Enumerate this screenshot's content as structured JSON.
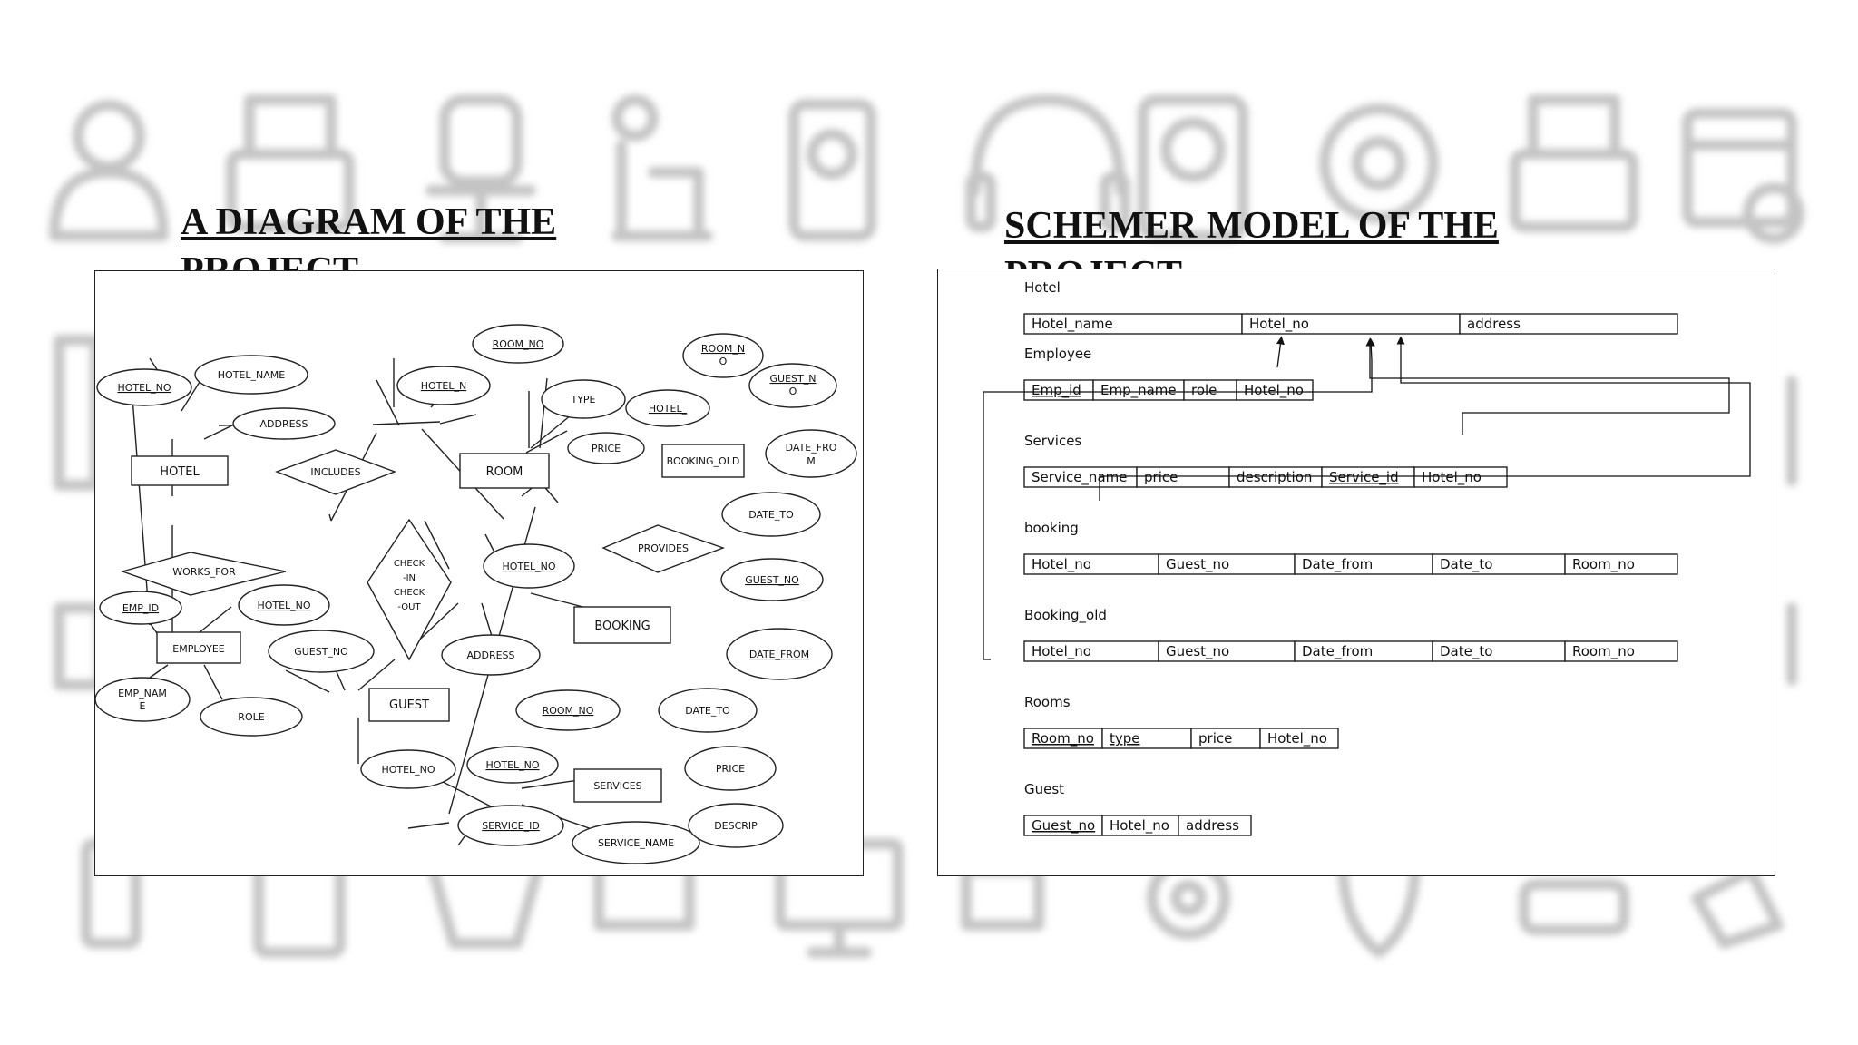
{
  "titles": {
    "left": "A DIAGRAM OF THE PROJECT",
    "right": "SCHEMER MODEL OF THE PROJECT"
  },
  "background_icons": [
    "user-icon",
    "printer-icon",
    "office-chair-icon",
    "desk-worker-icon",
    "id-badge-icon",
    "headset-icon",
    "profile-icon",
    "at-sign-icon",
    "printer-icon",
    "calendar-icon",
    "document-icon",
    "cabinet-icon",
    "keyboard-icon",
    "checklist-icon",
    "mail-icon",
    "monitor-icon",
    "gear-icon",
    "shield-icon",
    "stamp-icon",
    "megaphone-icon"
  ],
  "er": {
    "entities": {
      "hotel": "HOTEL",
      "room": "ROOM",
      "booking_old": "BOOKING_OLD",
      "employee": "EMPLOYEE",
      "guest": "GUEST",
      "booking": "BOOKING",
      "services": "SERVICES"
    },
    "relationships": {
      "includes": "INCLUDES",
      "works_for": "WORKS_FOR",
      "checkin": [
        "CHECK",
        "-IN",
        "CHECK",
        "-OUT"
      ],
      "provides": "PROVIDES"
    },
    "attributes": {
      "hotel_no_key": "HOTEL_NO",
      "hotel_name": "HOTEL_NAME",
      "hotel_address": "ADDRESS",
      "room_room_no": "ROOM_NO",
      "room_hotel_n": "HOTEL_N",
      "room_type": "TYPE",
      "room_price": "PRICE",
      "bo_room_n": [
        "ROOM_N",
        "O"
      ],
      "bo_hotel": "HOTEL_",
      "bo_guest_n": [
        "GUEST_N",
        "O"
      ],
      "bo_date_from": [
        "DATE_FRO",
        "M"
      ],
      "bo_date_to": "DATE_TO",
      "emp_id": "EMP_ID",
      "emp_hotel_no": "HOTEL_NO",
      "emp_name": [
        "EMP_NAM",
        "E"
      ],
      "emp_role": "ROLE",
      "guest_no": "GUEST_NO",
      "guest_address": "ADDRESS",
      "guest_hotel_no": "HOTEL_NO",
      "bk_hotel_no": "HOTEL_NO",
      "bk_guest_no": "GUEST_NO",
      "bk_date_from": "DATE_FROM",
      "bk_room_no": "ROOM_NO",
      "bk_date_to": "DATE_TO",
      "sv_hotel_no": "HOTEL_NO",
      "sv_price": "PRICE",
      "sv_service_id": "SERVICE_ID",
      "sv_service_name": "SERVICE_NAME",
      "sv_descrip": "DESCRIP"
    }
  },
  "schema": {
    "tables": [
      {
        "id": "hotel",
        "name": "Hotel",
        "columns": [
          "Hotel_name",
          "Hotel_no",
          "address"
        ],
        "keys": []
      },
      {
        "id": "employee",
        "name": "Employee",
        "columns": [
          "Emp_id",
          "Emp_name",
          "role",
          "Hotel_no"
        ],
        "keys": [
          0
        ]
      },
      {
        "id": "services",
        "name": "Services",
        "columns": [
          "Service_name",
          "price",
          "description",
          "Service_id",
          "Hotel_no"
        ],
        "keys": [
          3
        ]
      },
      {
        "id": "booking",
        "name": "booking",
        "columns": [
          "Hotel_no",
          "Guest_no",
          "Date_from",
          "Date_to",
          "Room_no"
        ],
        "keys": []
      },
      {
        "id": "booking_old",
        "name": "Booking_old",
        "columns": [
          "Hotel_no",
          "Guest_no",
          "Date_from",
          "Date_to",
          "Room_no"
        ],
        "keys": []
      },
      {
        "id": "rooms",
        "name": "Rooms",
        "columns": [
          "Room_no",
          "type",
          "price",
          "Hotel_no"
        ],
        "keys": [
          0,
          1
        ]
      },
      {
        "id": "guest",
        "name": "Guest",
        "columns": [
          "Guest_no",
          "Hotel_no",
          "address"
        ],
        "keys": [
          0
        ]
      }
    ]
  }
}
